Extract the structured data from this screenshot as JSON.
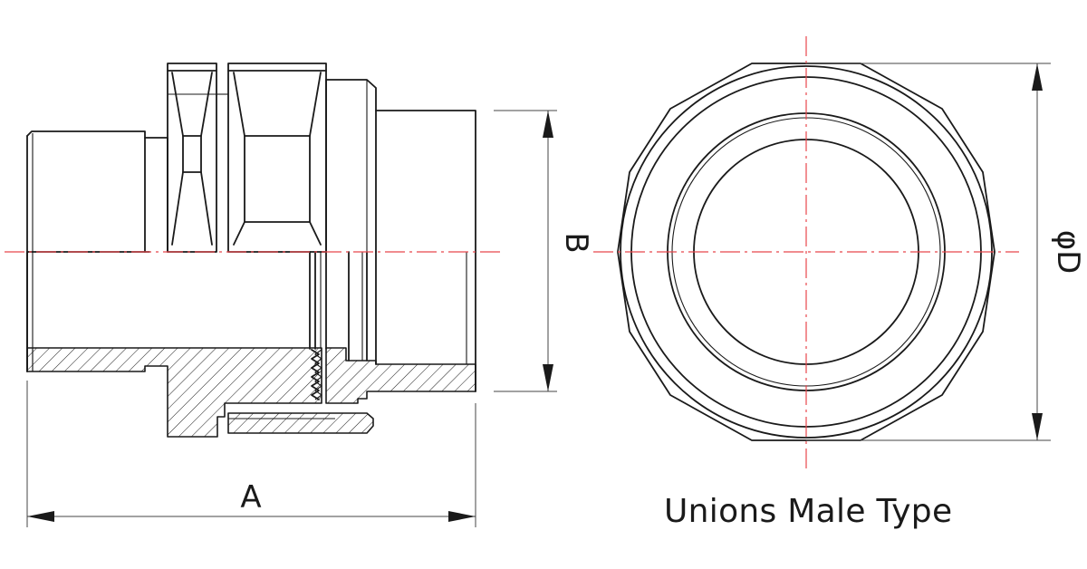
{
  "title": "Unions Male Type",
  "dimensions": {
    "a": "A",
    "b": "B",
    "d": "φD"
  },
  "colors": {
    "line": "#1a1a1a",
    "center_line": "#e8474c",
    "background": "#ffffff"
  }
}
